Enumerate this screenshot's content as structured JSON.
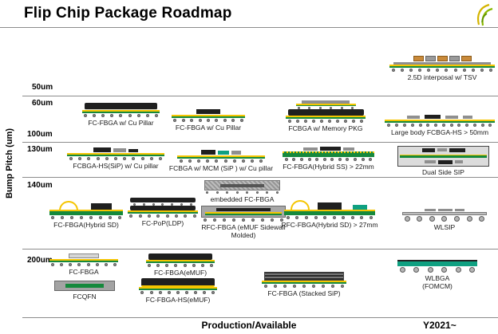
{
  "title": "Flip Chip Package Roadmap",
  "y_axis": {
    "label": "Bump Pitch (um)",
    "ticks": [
      "50um",
      "60um",
      "100um",
      "130um",
      "140um",
      "200um"
    ]
  },
  "x_axis": {
    "label": "Production/Available",
    "right_label": "Y2021~"
  },
  "packages": {
    "interposer_tsv": {
      "label": "2.5D interposal  w/  TSV"
    },
    "fcfbga_cu_1": {
      "label": "FC-FBGA w/ Cu Pillar"
    },
    "fcfbga_cu_2": {
      "label": "FC-FBGA w/ Cu Pillar"
    },
    "fcbga_memory": {
      "label": "FCBGA w/ Memory PKG"
    },
    "large_fcbga_hs": {
      "label": "Large body FCBGA-HS > 50mm"
    },
    "fcbga_hs_sip": {
      "label": "FCBGA-HS(SiP) w/ Cu pillar"
    },
    "fcbga_mcm": {
      "label": "FCBGA w/ MCM (SiP ) w/ Cu pillar"
    },
    "fcfbga_hybrid_ss": {
      "label": "FC-FBGA(Hybrid SS) > 22mm"
    },
    "dual_side_sip": {
      "label": "Dual Side SIP"
    },
    "fcfbga_hybrid_sd": {
      "label": "FC-FBGA(Hybrid SD)"
    },
    "fc_pop_ldp": {
      "label": "FC-PoP(LDP)"
    },
    "embedded_fcfbga": {
      "label": "embedded FC-FBGA"
    },
    "rfc_fbga_emuf": {
      "label": "RFC-FBGA (eMUF Sidewall Molded)"
    },
    "rfc_fbga_hybrid_sd": {
      "label": "RFC-FBGA(Hybrid SD) > 27mm"
    },
    "wlsip": {
      "label": "WLSIP"
    },
    "fcfbga_200": {
      "label": "FC-FBGA"
    },
    "fcfbga_emuf": {
      "label": "FC-FBGA(eMUF)"
    },
    "fcqfn": {
      "label": "FCQFN"
    },
    "fcfbga_hs_emuf": {
      "label": "FC-FBGA-HS(eMUF)"
    },
    "fcfbga_stacked_sip": {
      "label": "FC-FBGA (Stacked SiP)"
    },
    "wlbga_fomcm": {
      "label": "WLBGA (FOMCM)"
    }
  }
}
